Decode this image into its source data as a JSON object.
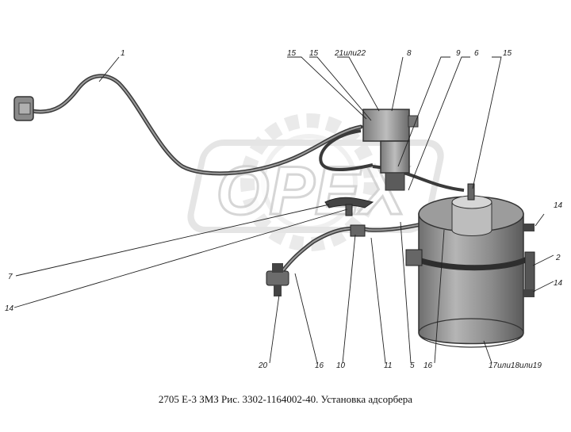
{
  "watermark": {
    "text": "OPEX"
  },
  "caption": "2705 Е-3 ЗМЗ Рис. 3302-1164002-40. Установка адсорбера",
  "callouts": {
    "c1": "1",
    "c15a": "15",
    "c15b": "15",
    "c21": "21или22",
    "c8": "8",
    "c9": "9",
    "c6": "6",
    "c15c": "15",
    "c7": "7",
    "c14a": "14",
    "c14b": "14",
    "c2": "2",
    "c14c": "14",
    "c20": "20",
    "c16a": "16",
    "c10": "10",
    "c11": "11",
    "c5": "5",
    "c16b": "16",
    "c17": "17или18или19"
  },
  "colors": {
    "pipe": "#3a3a3a",
    "metal": "#8d8d8d",
    "watermark": "#d9d9d9",
    "leader": "#222222"
  }
}
